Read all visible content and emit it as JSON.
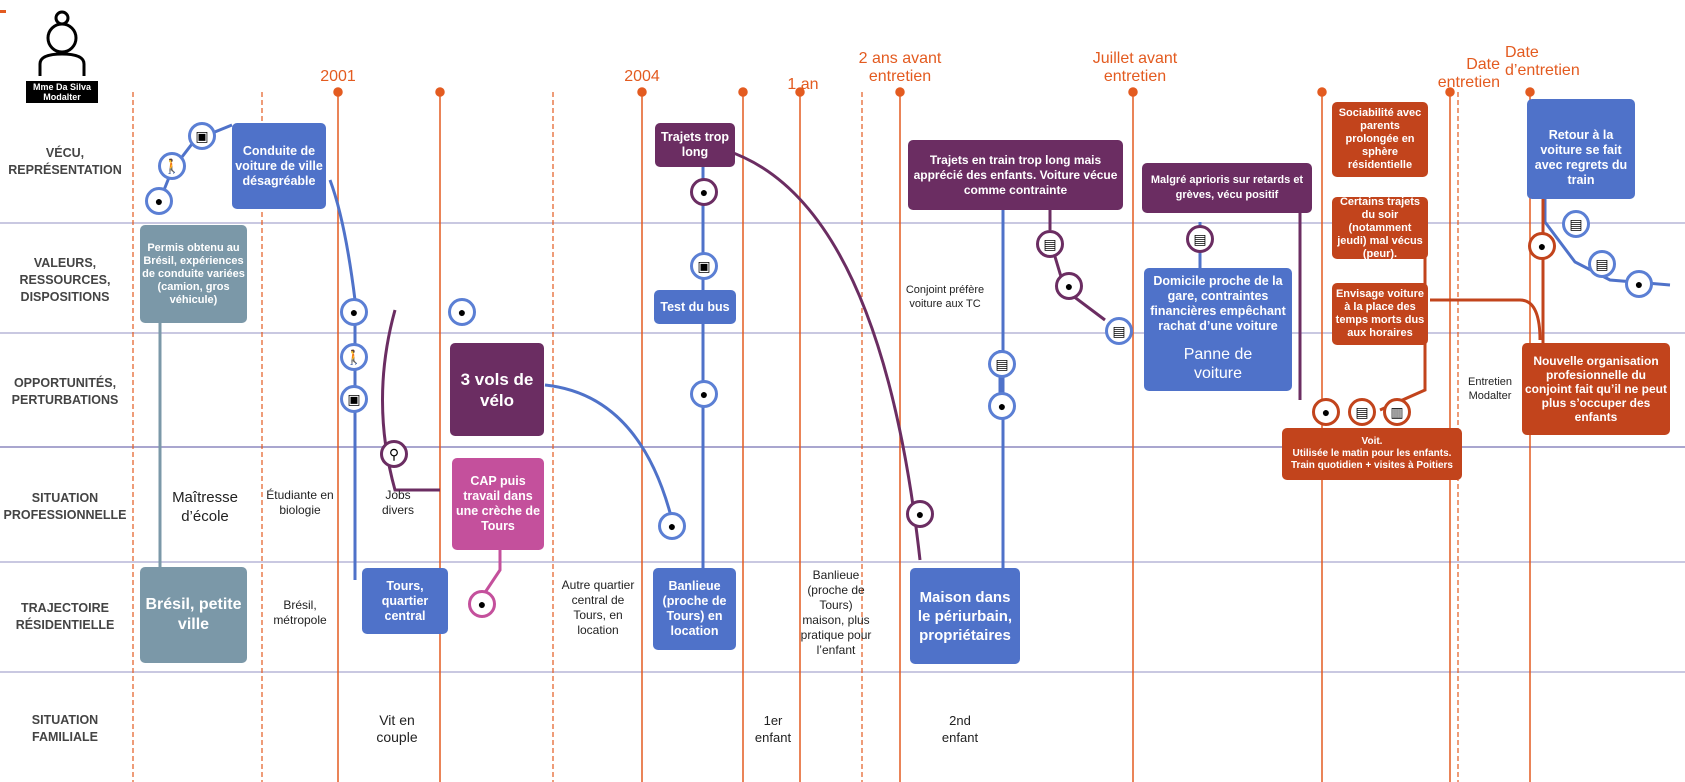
{
  "header": {
    "person_line1": "Mme Da Silva",
    "person_line2": "Modalter"
  },
  "rows": [
    {
      "label": "VÉCU,\nREPRÉSENTATION"
    },
    {
      "label": "VALEURS,\nRESSOURCES,\nDISPOSITIONS"
    },
    {
      "label": "OPPORTUNITÉS,\nPERTURBATIONS"
    },
    {
      "label": "SITUATION\nPROFESSIONNELLE"
    },
    {
      "label": "TRAJECTOIRE\nRÉSIDENTIELLE"
    },
    {
      "label": "SITUATION\nFAMILIALE"
    }
  ],
  "dates": [
    "2001",
    "2004",
    "1 an",
    "2 ans avant\nentretien",
    "Juillet avant\nentretien",
    "Date\nentretien",
    "Date\nd’entretien"
  ],
  "boxes": {
    "permis": "Permis obtenu au Brésil, expériences de conduite variées (camion, gros véhicule)",
    "conduite": "Conduite de voiture de ville désagréable",
    "vols": "3 vols de vélo",
    "cap": "CAP puis travail dans une crèche de Tours",
    "tours_central": "Tours, quartier central",
    "bresil_petite": "Brésil, petite ville",
    "trajets_long": "Trajets trop long",
    "test_bus": "Test du bus",
    "banlieue_loc": "Banlieue (proche de Tours) en location",
    "trajets_train": "Trajets en train trop long mais apprécié des enfants. Voiture vécue comme contrainte",
    "maison": "Maison dans le périurbain, propriétaires",
    "malgre": "Malgré aprioris sur retards et grèves, vécu positif",
    "domicile": "Domicile proche de la gare, contraintes financières empêchant rachat d’une voiture",
    "panne": "Panne de voiture",
    "sociabilite": "Sociabilité avec parents prolongée en sphère résidentielle",
    "certains": "Certains trajets du soir (notamment jeudi) mal vécus (peur).",
    "envisage": "Envisage voiture à la place des temps morts dus aux horaires",
    "voit": "Voit.\nUtilisée le matin pour les enfants.\nTrain quotidien + visites à Poitiers",
    "retour": "Retour à la voiture se fait avec regrets du train",
    "nouvelle": "Nouvelle organisation profesionnelle du conjoint fait qu’il ne peut plus s’occuper des enfants"
  },
  "texts": {
    "maitresse": "Maîtresse d’école",
    "etudiante": "Étudiante en biologie",
    "jobs": "Jobs divers",
    "bresil_metro": "Brésil, métropole",
    "autre_quartier": "Autre quartier central de Tours, en location",
    "banlieue_maison": "Banlieue (proche de Tours) maison, plus pratique pour l’enfant",
    "conjoint": "Conjoint préfère voiture aux TC",
    "entretien_modalter": "Entretien Modalter",
    "vit_couple": "Vit en couple",
    "premier_enfant": "1er enfant",
    "second_enfant": "2nd enfant"
  },
  "colors": {
    "orange": "#e35b20",
    "blue": "#4f72c9",
    "purple": "#6b2d62",
    "red": "#c2441c",
    "slate": "#7b98a8",
    "pink": "#c4509c"
  }
}
